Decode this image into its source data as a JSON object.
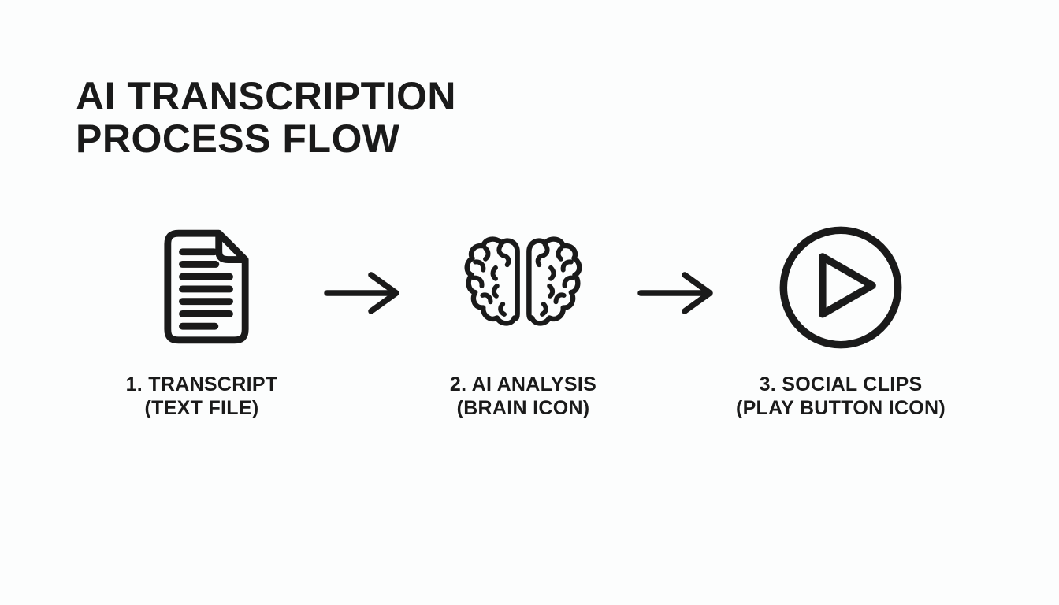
{
  "colors": {
    "ink": "#1a1a1a",
    "background": "#fcfdfd"
  },
  "title": {
    "line1": "AI TRANSCRIPTION",
    "line2": "PROCESS FLOW"
  },
  "steps": [
    {
      "caption_line1": "1. TRANSCRIPT",
      "caption_line2": "(TEXT FILE)",
      "icon": "document-icon"
    },
    {
      "caption_line1": "2. AI ANALYSIS",
      "caption_line2": "(BRAIN ICON)",
      "icon": "brain-icon"
    },
    {
      "caption_line1": "3. SOCIAL CLIPS",
      "caption_line2": "(PLAY BUTTON ICON)",
      "icon": "play-button-icon"
    }
  ],
  "connectors": [
    {
      "icon": "arrow-right-icon"
    },
    {
      "icon": "arrow-right-icon"
    }
  ]
}
